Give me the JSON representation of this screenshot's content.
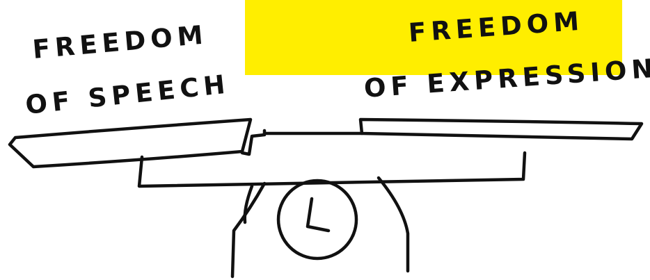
{
  "colors": {
    "highlight": "#FFEE00",
    "ink": "#111111",
    "background": "#FFFFFF"
  },
  "left_pan": {
    "line1": "FREEDOM",
    "line2": "OF SPEECH"
  },
  "right_pan": {
    "line1": "FREEDOM",
    "line2": "OF EXPRESSION"
  },
  "scale": {
    "icon": "clock-dial-icon"
  }
}
